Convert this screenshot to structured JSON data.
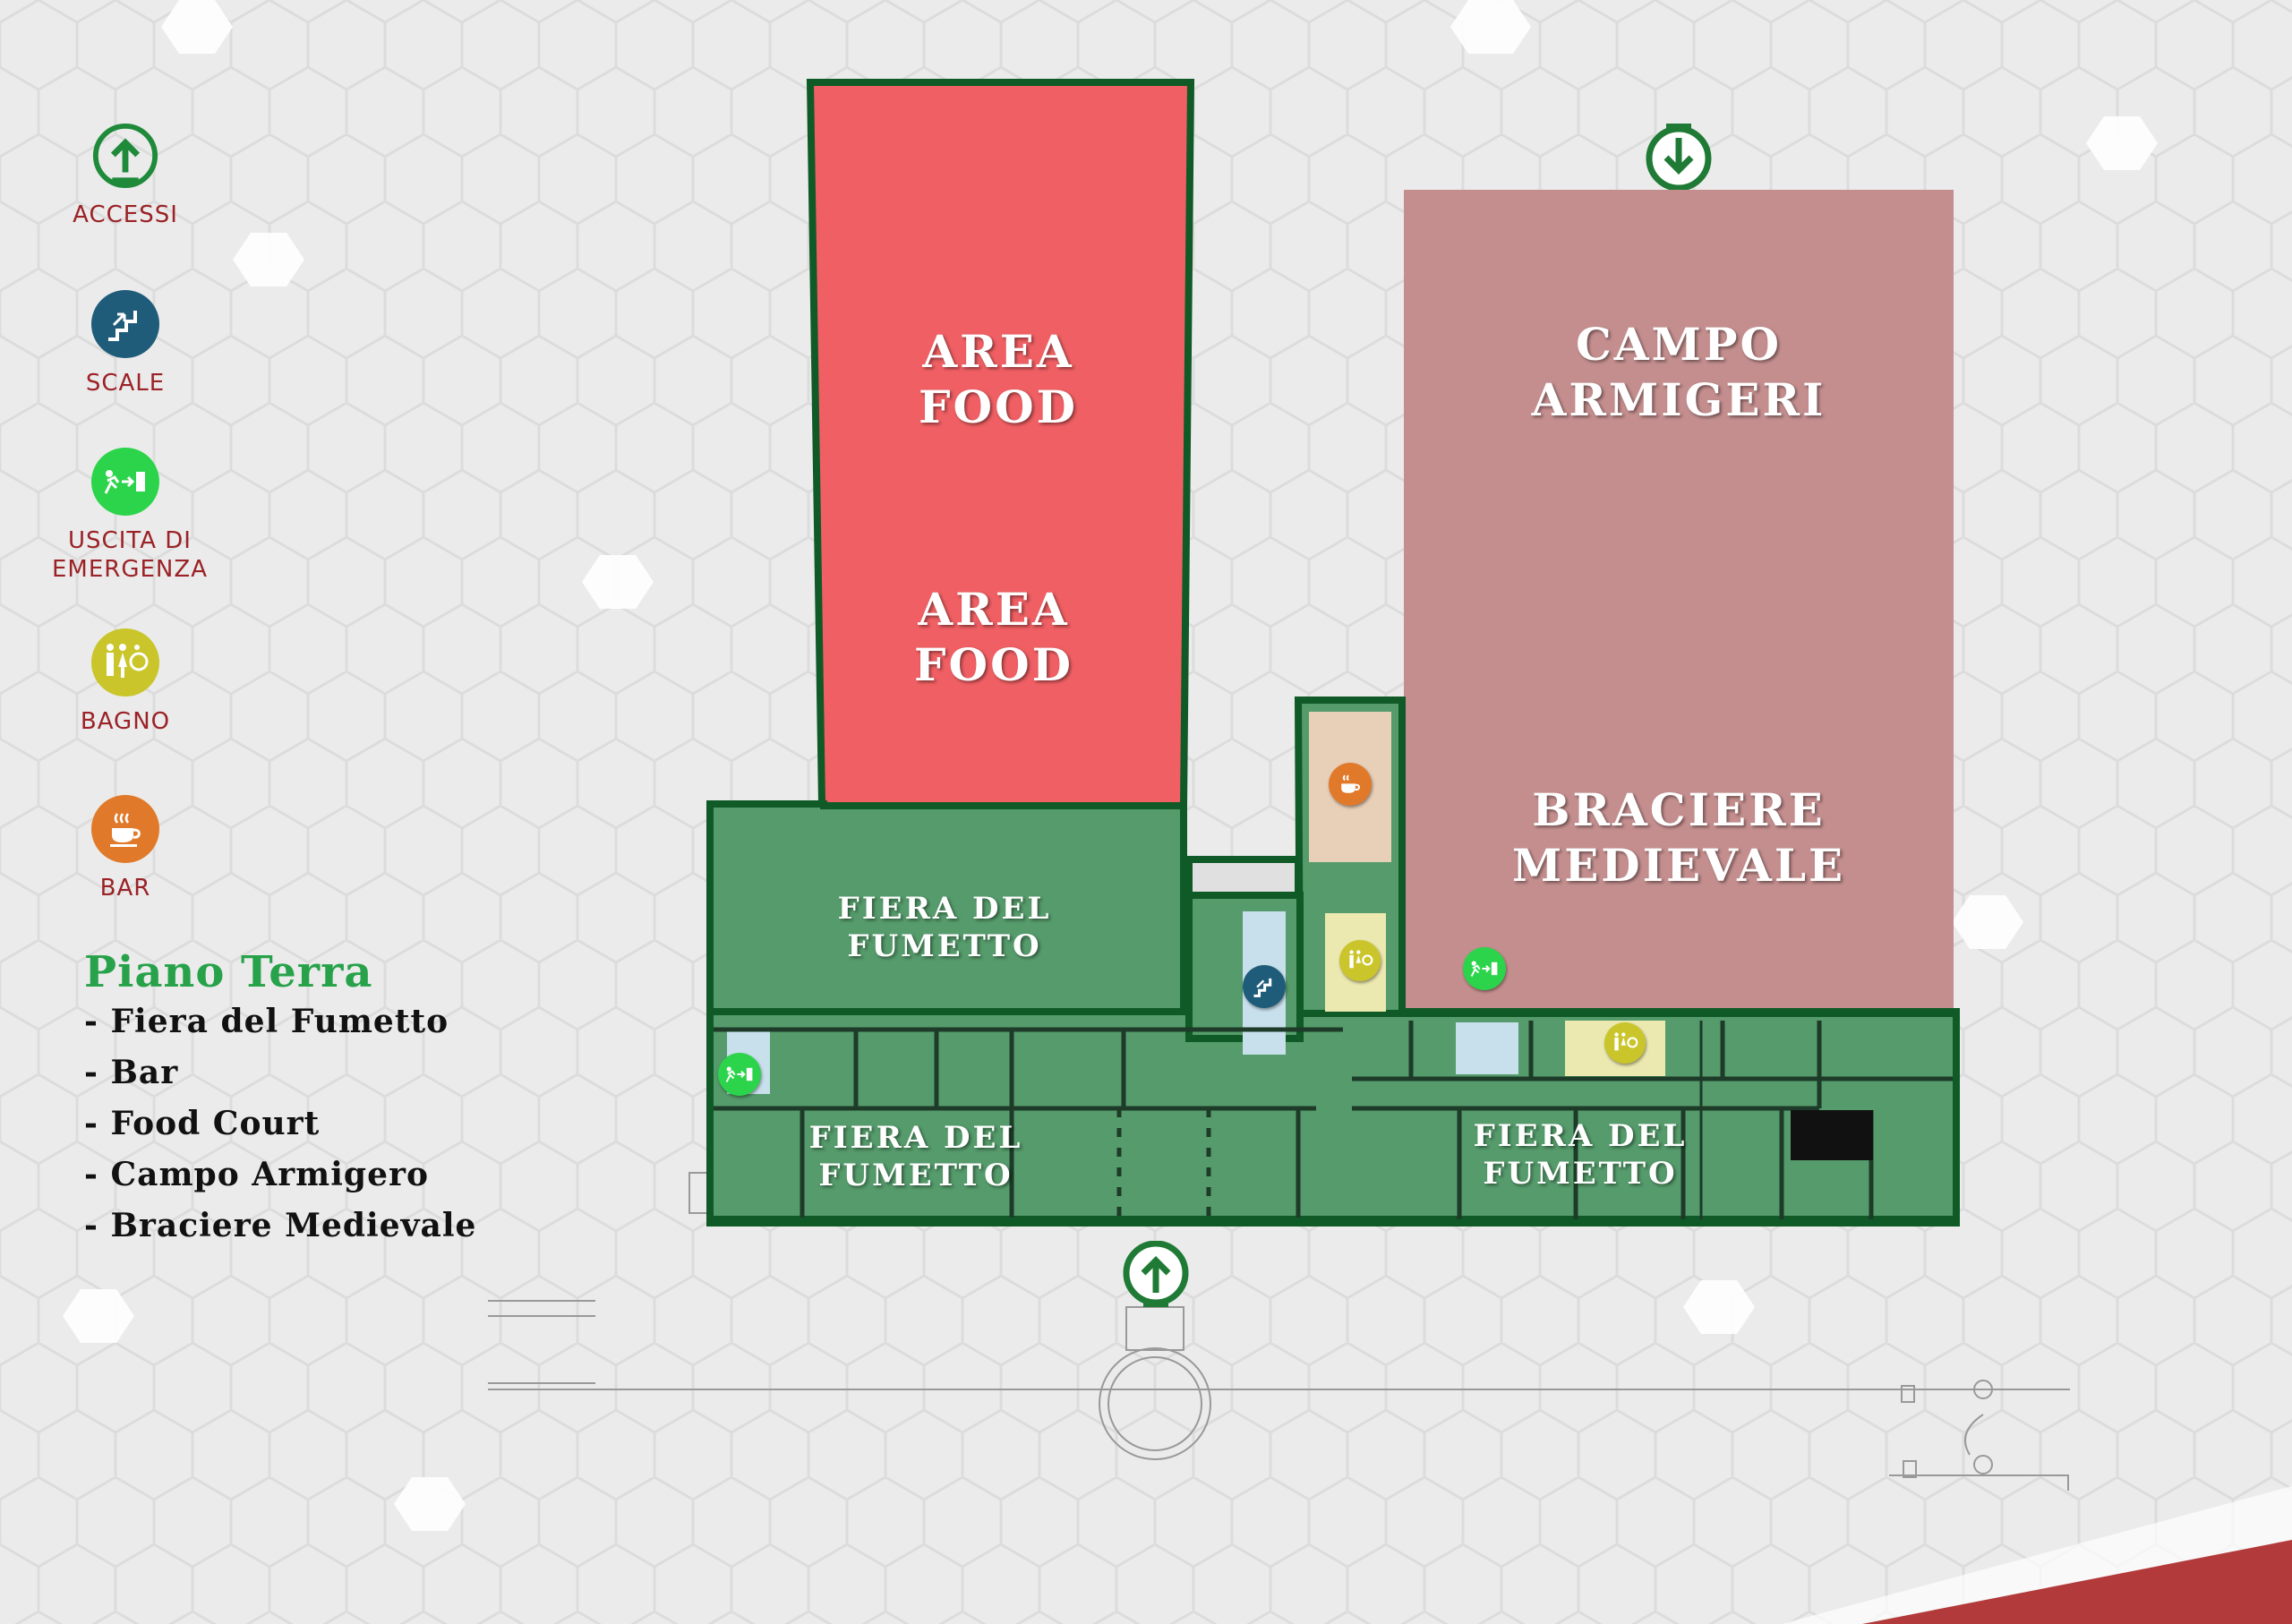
{
  "legend": {
    "items": [
      {
        "label": "ACCESSI",
        "icon": "entrance-icon",
        "color": "#ffffff"
      },
      {
        "label": "SCALE",
        "icon": "stairs-icon",
        "color": "#1f5c7a"
      },
      {
        "label": "USCITA DI EMERGENZA",
        "icon": "emergency-exit-icon",
        "color": "#2bd44a"
      },
      {
        "label": "BAGNO",
        "icon": "restroom-icon",
        "color": "#c9c52a"
      },
      {
        "label": "BAR",
        "icon": "coffee-icon",
        "color": "#e07a2a"
      }
    ]
  },
  "floor": {
    "title": "Piano Terra",
    "items": [
      "- Fiera del Fumetto",
      "- Bar",
      "- Food Court",
      "- Campo Armigero",
      "- Braciere Medievale"
    ]
  },
  "zones": {
    "area_food_1": "AREA FOOD",
    "area_food_2": "AREA FOOD",
    "campo_armigeri": "CAMPO ARMIGERI",
    "braciere": "BRACIERE MEDIEVALE",
    "fiera_1": "FIERA DEL FUMETTO",
    "fiera_2": "FIERA DEL FUMETTO",
    "fiera_3": "FIERA DEL FUMETTO"
  },
  "colors": {
    "food": "#ef5f63",
    "campo": "#c48e8e",
    "fiera": "#559b6b",
    "border": "#0f5a26",
    "legend_text": "#9b2226",
    "title_green": "#27a24a",
    "accent_red": "#b23a3a"
  }
}
